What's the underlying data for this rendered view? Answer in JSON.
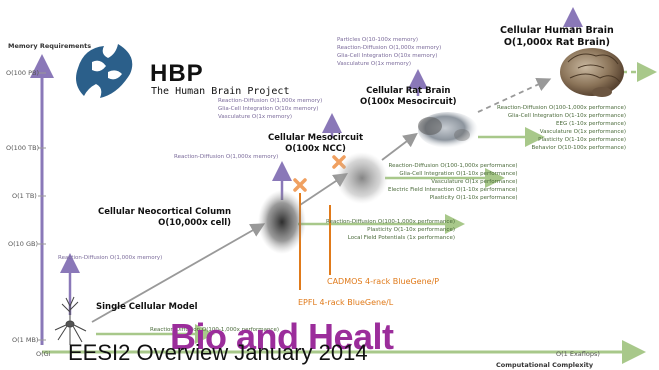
{
  "logo": {
    "name": "HBP",
    "subtitle": "The Human Brain Project"
  },
  "axes": {
    "y_title": "Memory Requirements",
    "x_title": "Computational Complexity",
    "y_ticks": [
      "O(100 PB)",
      "O(100 TB)",
      "O(1 TB)",
      "O(10 GB)",
      "O(1 MB)"
    ],
    "x_start": "O(Gi",
    "x_end": "O(1 Exaflops)"
  },
  "nodes": [
    {
      "label": "Single Cellular Model"
    },
    {
      "label": "Cellular Neocortical Column",
      "sub": "O(10,000x cell)"
    },
    {
      "label": "Cellular Mesocircuit",
      "sub": "O(100x NCC)"
    },
    {
      "label": "Cellular Rat Brain",
      "sub": "O(100x Mesocircuit)"
    },
    {
      "label": "Cellular Human Brain",
      "sub": "O(1,000x Rat Brain)"
    }
  ],
  "machines": {
    "cadmos": "CADMOS 4-rack BlueGene/P",
    "epfl": "EPFL 4-rack BlueGene/L"
  },
  "memory_notes": {
    "single": "Reaction-Diffusion O(1,000x memory)",
    "column": "Reaction-Diffusion O(1,000x memory)",
    "meso": [
      "Reaction-Diffusion O(1,000x memory)",
      "Glia-Cell Integration O(10x memory)",
      "Vasculature O(1x memory)"
    ],
    "rat": [
      "Particles O(10-100x memory)",
      "Reaction-Diffusion O(1,000x memory)",
      "Glia-Cell Integration O(10x memory)",
      "Vasculature O(1x memory)"
    ]
  },
  "performance_notes": {
    "single": "Reaction-Diffusion O(100-1,000x performance)",
    "column": [
      "Reaction-Diffusion O(100-1,000x performance)",
      "Plasticity O(1-10x performance)",
      "Local Field Potentials (1x performance)"
    ],
    "meso": [
      "Reaction-Diffusion O(100-1,000x performance)",
      "Glia-Cell Integration O(1-10x performance)",
      "Vasculature O(1x performance)",
      "Electric Field Interaction O(1-10x performance)",
      "Plasticity O(1-10x performance)"
    ],
    "rat": [
      "Reaction-Diffusion O(100-1,000x performance)",
      "Glia-Cell Integration O(1-10x performance)",
      "EEG (1-10x performance)",
      "Vasculature O(1x performance)",
      "Plasticity O(1-10x performance)",
      "Behavior O(10-100x performance)"
    ]
  },
  "footer": {
    "overlay_title": "Bio and Healt",
    "caption": "EESI2 Overview January 2014"
  },
  "colors": {
    "memory_arrow": "#8a78b8",
    "performance_arrow": "#a8c88a",
    "machine": "#e07a1a",
    "logo_blue": "#2b5f8a",
    "overlay_purple": "#9b2d9b"
  }
}
